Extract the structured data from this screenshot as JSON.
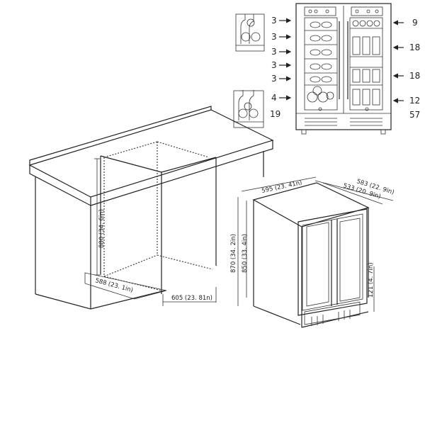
{
  "diagram": {
    "shelf_counts": {
      "left": [
        "3",
        "3",
        "3",
        "3",
        "3",
        "4"
      ],
      "left_total": "19",
      "right": [
        "9",
        "18",
        "18",
        "12"
      ],
      "right_total": "57"
    },
    "dimensions": {
      "cutout_height": "880 (34. 6in)",
      "cutout_depth": "588 (23. 1in)",
      "cutout_width": "605 (23. 81n)",
      "unit_width": "595 (23. 41n)",
      "depth_with_door": "583 (22. 9in)",
      "depth_body": "533 (20. 9in)",
      "height_max": "870 (34. 2in)",
      "height_min": "850 (33. 4in)",
      "door_clearance": "121 (4. 7in)"
    }
  },
  "colors": {
    "line": "#222222",
    "background": "#ffffff"
  }
}
